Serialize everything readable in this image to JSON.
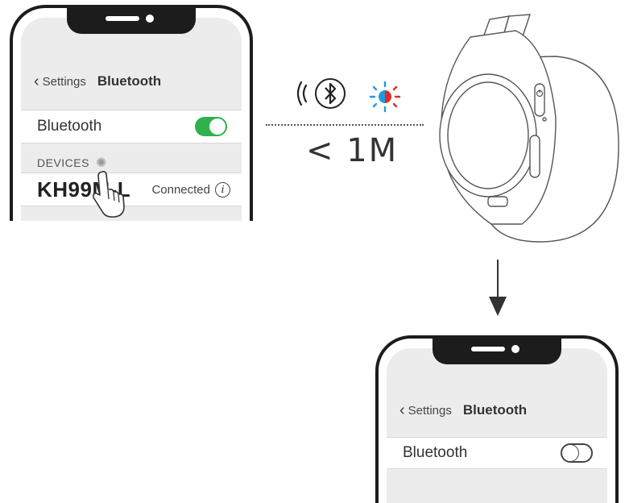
{
  "phone_top": {
    "nav": {
      "back_label": "Settings",
      "title": "Bluetooth"
    },
    "bluetooth_row": {
      "label": "Bluetooth",
      "toggle_state": "on"
    },
    "devices_header": "DEVICES",
    "device_row": {
      "name": "KH99M-L",
      "status": "Connected"
    }
  },
  "phone_bottom": {
    "nav": {
      "back_label": "Settings",
      "title": "Bluetooth"
    },
    "bluetooth_row": {
      "label": "Bluetooth",
      "toggle_state": "off"
    }
  },
  "middle": {
    "distance": "< 1M"
  },
  "icons": [
    "signal-waves-icon",
    "bluetooth-icon",
    "led-blink-icon",
    "hand-tap-icon",
    "down-arrow-icon"
  ],
  "colors": {
    "toggle_on": "#2fb24e",
    "led_blue": "#1e9be0",
    "led_red": "#e02a2a"
  }
}
